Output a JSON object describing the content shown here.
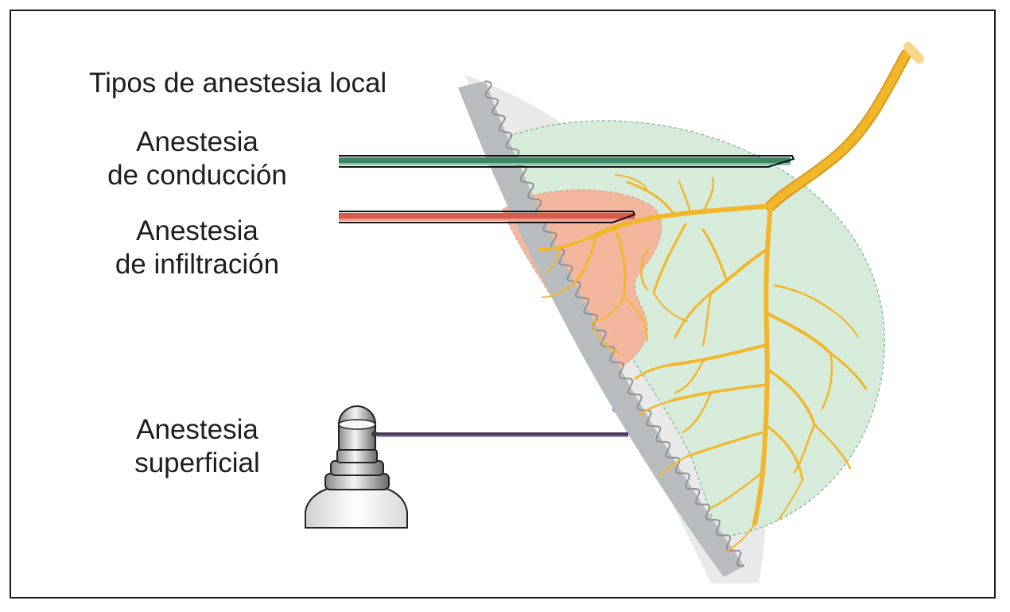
{
  "title": "Tipos de anestesia local",
  "labels": {
    "conduction": {
      "line1": "Anestesia",
      "line2": "de conducción"
    },
    "infiltration": {
      "line1": "Anestesia",
      "line2": "de infiltración"
    },
    "surface": {
      "line1": "Anestesia",
      "line2": "superficial"
    }
  },
  "colors": {
    "conduction_zone": "#d6ebd9",
    "infiltration_zone": "#f4b49a",
    "surface_zone": "#b9a6d4",
    "nerve": "#f2b62a",
    "skin": "#b9bcbe",
    "conduction_needle": "#3e8563",
    "infiltration_needle": "#d85a4a",
    "spray_jet": "#4a3a5a"
  },
  "icons": {
    "conduction_needle": "needle-icon",
    "infiltration_needle": "needle-icon",
    "spray": "spray-can-icon",
    "nerve": "nerve-tree-icon"
  }
}
